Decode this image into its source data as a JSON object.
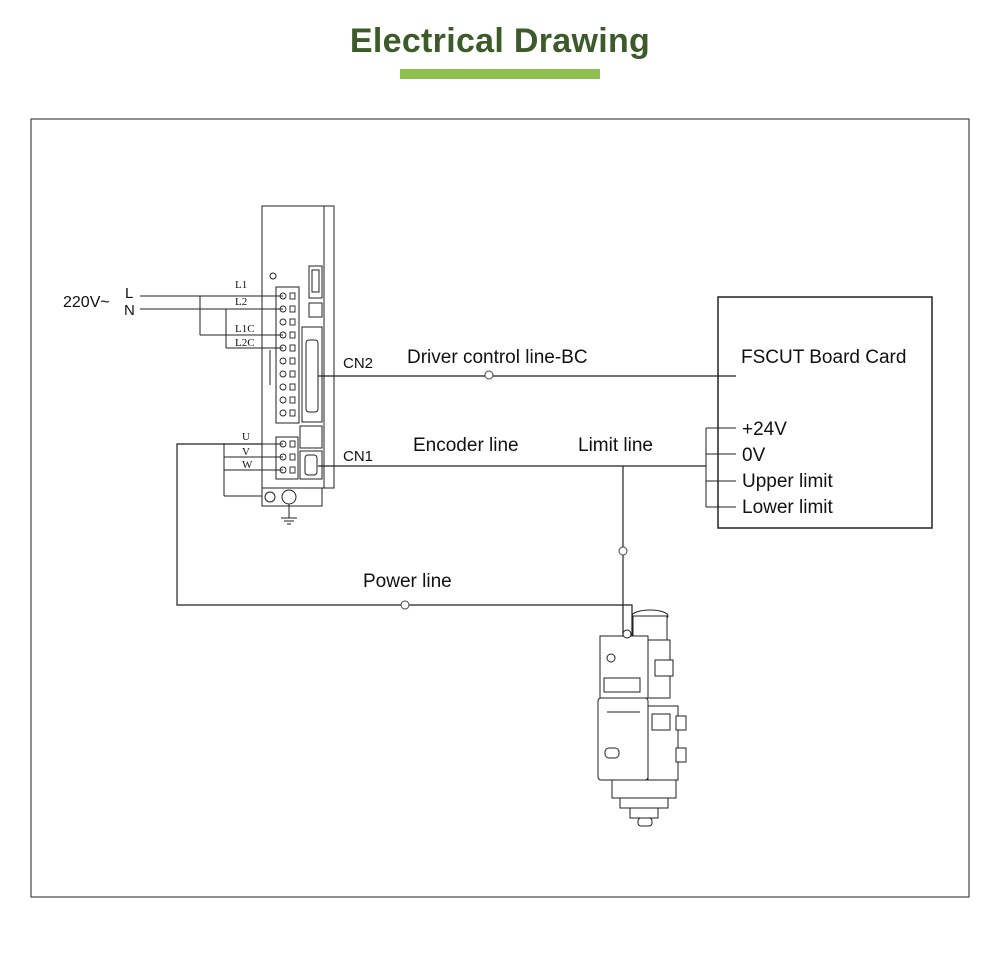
{
  "title": "Electrical Drawing",
  "colors": {
    "title": "#3d5a2a",
    "accent": "#8dc04e",
    "line": "#111111"
  },
  "labels": {
    "voltage": "220V~",
    "l": "L",
    "n": "N",
    "l1": "L1",
    "l2": "L2",
    "l1c": "L1C",
    "l2c": "L2C",
    "u": "U",
    "v": "V",
    "w": "W",
    "cn2": "CN2",
    "cn1": "CN1",
    "driver_line": "Driver control line-BC",
    "encoder_line": "Encoder line",
    "limit_line": "Limit line",
    "power_line": "Power line",
    "board_title": "FSCUT Board Card",
    "pin_24v": "+24V",
    "pin_0v": "0V",
    "pin_upper": "Upper limit",
    "pin_lower": "Lower limit"
  }
}
